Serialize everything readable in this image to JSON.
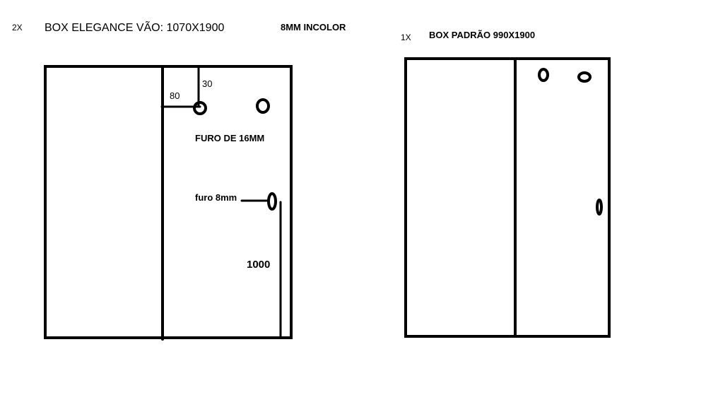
{
  "colors": {
    "ink": "#000000",
    "background": "#ffffff"
  },
  "left_drawing": {
    "quantity": "2X",
    "title": "BOX ELEGANCE VÃO: 1070X1900",
    "glass_spec": "8MM INCOLOR",
    "dim_horizontal": "80",
    "dim_vertical": "30",
    "hole_large_note": "FURO DE 16MM",
    "hole_small_note": "furo 8mm",
    "dim_height": "1000"
  },
  "right_drawing": {
    "quantity": "1X",
    "title": "BOX PADRÃO 990X1900"
  }
}
